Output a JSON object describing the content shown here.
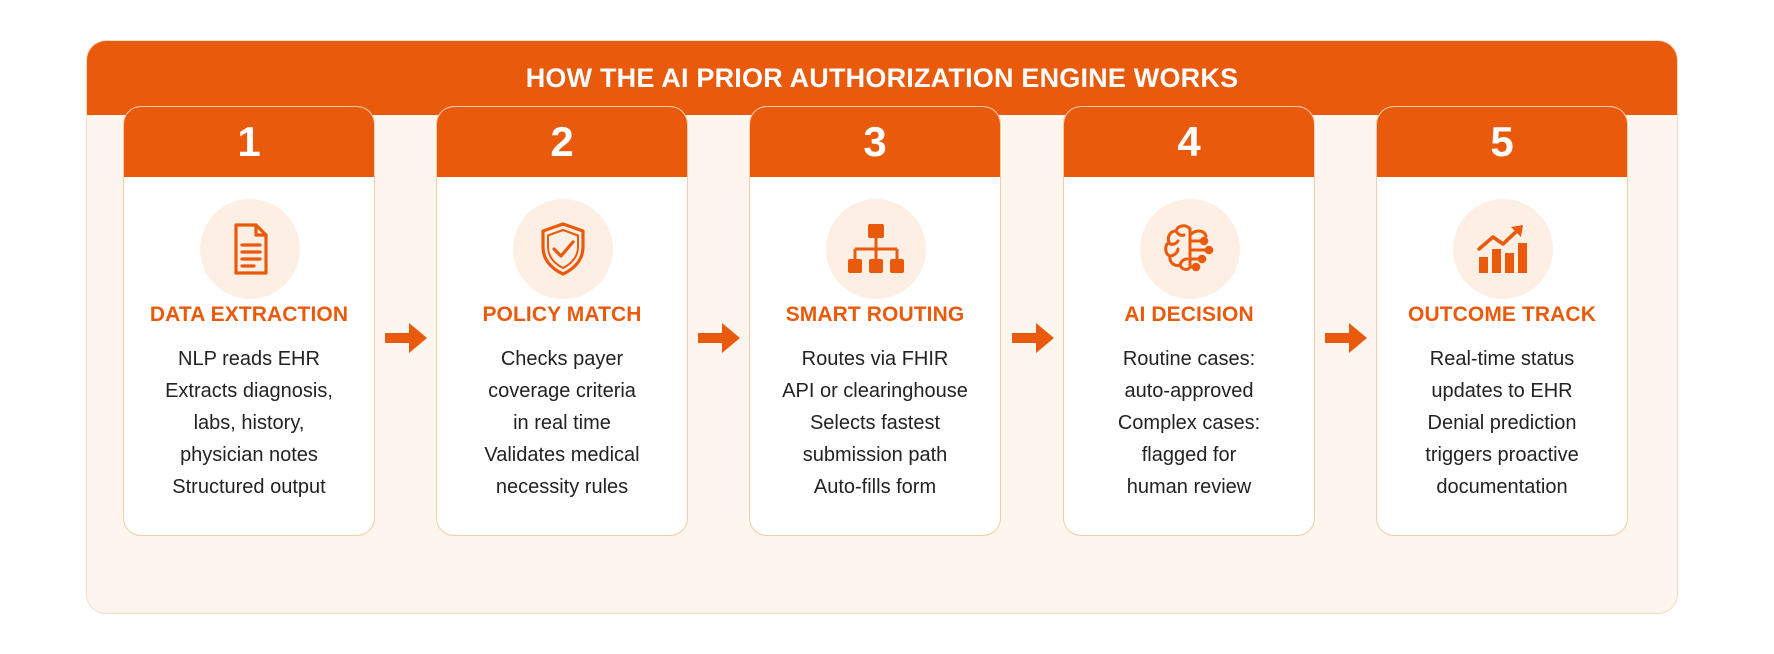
{
  "banner": {
    "title": "HOW THE AI PRIOR AUTHORIZATION ENGINE WORKS"
  },
  "colors": {
    "accent": "#e95a0c",
    "panel_bg": "#fdf6ef",
    "icon_bg": "#fdefe4",
    "border": "#f4ccaa"
  },
  "steps": [
    {
      "number": "1",
      "icon": "document-icon",
      "title": "DATA EXTRACTION",
      "lines": [
        "NLP reads EHR",
        "Extracts diagnosis,",
        "labs, history,",
        "physician notes",
        "Structured output"
      ]
    },
    {
      "number": "2",
      "icon": "shield-check-icon",
      "title": "POLICY MATCH",
      "lines": [
        "Checks payer",
        "coverage criteria",
        "in real time",
        "Validates medical",
        "necessity rules"
      ]
    },
    {
      "number": "3",
      "icon": "routing-tree-icon",
      "title": "SMART ROUTING",
      "lines": [
        "Routes via FHIR",
        "API or clearinghouse",
        "Selects fastest",
        "submission path",
        "Auto-fills form"
      ]
    },
    {
      "number": "4",
      "icon": "brain-icon",
      "title": "AI DECISION",
      "lines": [
        "Routine cases:",
        "auto-approved",
        "Complex cases:",
        "flagged for",
        "human review"
      ]
    },
    {
      "number": "5",
      "icon": "growth-chart-icon",
      "title": "OUTCOME TRACK",
      "lines": [
        "Real-time status",
        "updates to EHR",
        "Denial prediction",
        "triggers proactive",
        "documentation"
      ]
    }
  ]
}
